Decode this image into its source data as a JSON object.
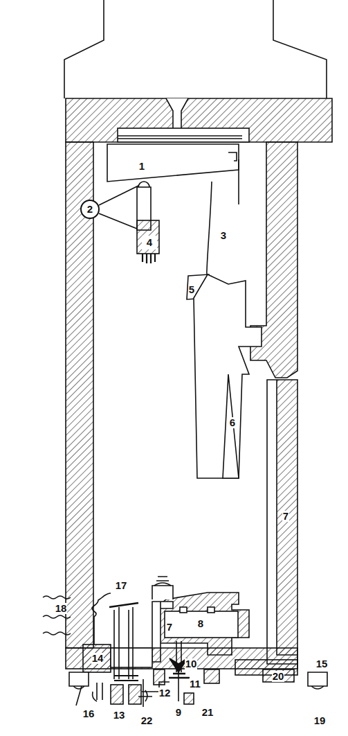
{
  "diagram": {
    "nodes": [
      {
        "text": [
          "2"
        ]
      }
    ],
    "labels": [
      "1",
      "3",
      "4",
      "5",
      "6",
      "7",
      "7",
      "8",
      "9",
      "10",
      "11",
      "12",
      "13",
      "14",
      "15",
      "16",
      "17",
      "18",
      "19",
      "20",
      "21",
      "22"
    ]
  }
}
